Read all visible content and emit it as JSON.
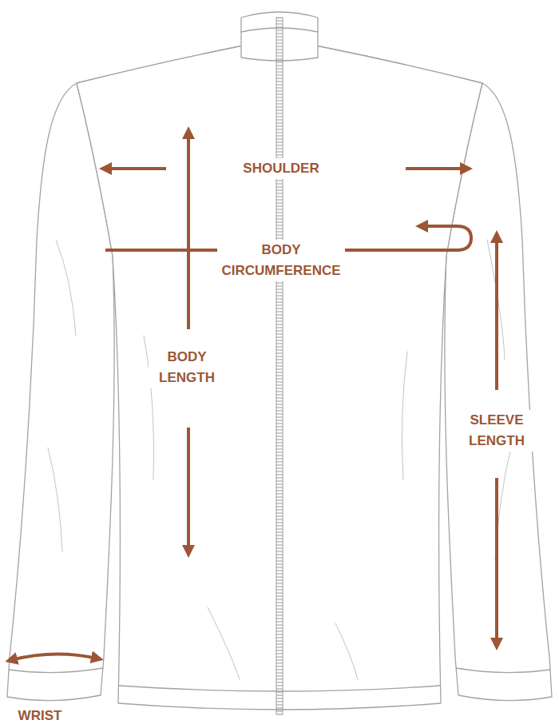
{
  "diagram": {
    "labels": [
      "SHOULDER",
      "BODY CIRCUMFERENCE",
      "BODY LENGTH",
      "SLEEVE LENGTH",
      "WRIST"
    ]
  }
}
